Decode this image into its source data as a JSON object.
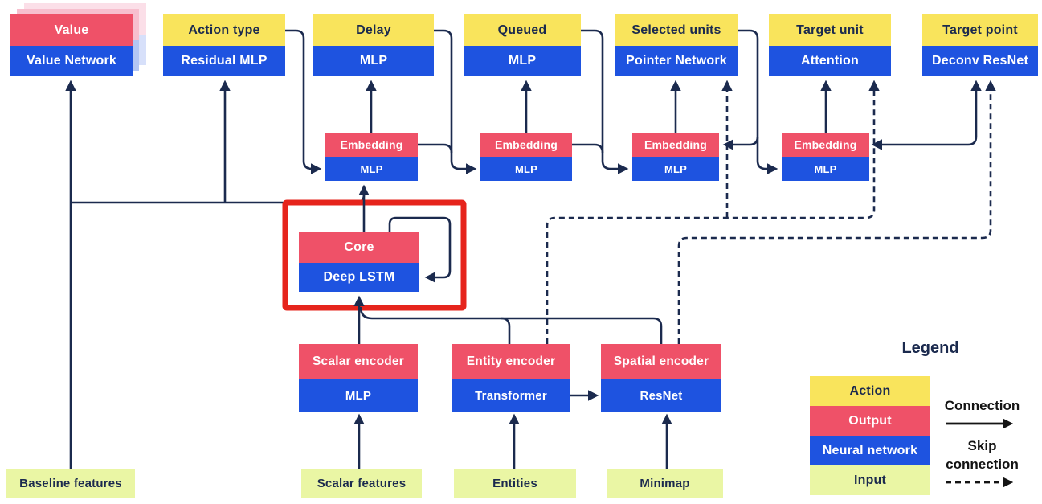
{
  "palette": {
    "yellow": "#f9e45c",
    "pink": "#ef5168",
    "blue": "#1e53e0",
    "input": "#eaf6a4",
    "navy": "#1b2a4e",
    "black": "#141414",
    "red": "#e6241c",
    "shadow1_pink": "#f7bfce",
    "shadow1_blue": "#b3c6f4",
    "shadow2_pink": "#fbdfe8",
    "shadow2_blue": "#d7e0fa"
  },
  "diagram": {
    "heads": [
      {
        "top": "Value",
        "bottom": "Value Network"
      },
      {
        "top": "Action type",
        "bottom": "Residual MLP"
      },
      {
        "top": "Delay",
        "bottom": "MLP"
      },
      {
        "top": "Queued",
        "bottom": "MLP"
      },
      {
        "top": "Selected units",
        "bottom": "Pointer Network"
      },
      {
        "top": "Target unit",
        "bottom": "Attention"
      },
      {
        "top": "Target point",
        "bottom": "Deconv ResNet"
      }
    ],
    "embeddings": [
      {
        "top": "Embedding",
        "bottom": "MLP"
      },
      {
        "top": "Embedding",
        "bottom": "MLP"
      },
      {
        "top": "Embedding",
        "bottom": "MLP"
      },
      {
        "top": "Embedding",
        "bottom": "MLP"
      }
    ],
    "core": {
      "top": "Core",
      "bottom": "Deep LSTM"
    },
    "encoders": [
      {
        "top": "Scalar encoder",
        "bottom": "MLP"
      },
      {
        "top": "Entity encoder",
        "bottom": "Transformer"
      },
      {
        "top": "Spatial encoder",
        "bottom": "ResNet"
      }
    ],
    "inputs": [
      {
        "label": "Baseline features"
      },
      {
        "label": "Scalar features"
      },
      {
        "label": "Entities"
      },
      {
        "label": "Minimap"
      }
    ],
    "legend": {
      "title": "Legend",
      "items": [
        {
          "label": "Action"
        },
        {
          "label": "Output"
        },
        {
          "label": "Neural network"
        },
        {
          "label": "Input"
        }
      ],
      "connection_label": "Connection",
      "skip_connection_label": "Skip connection"
    }
  }
}
